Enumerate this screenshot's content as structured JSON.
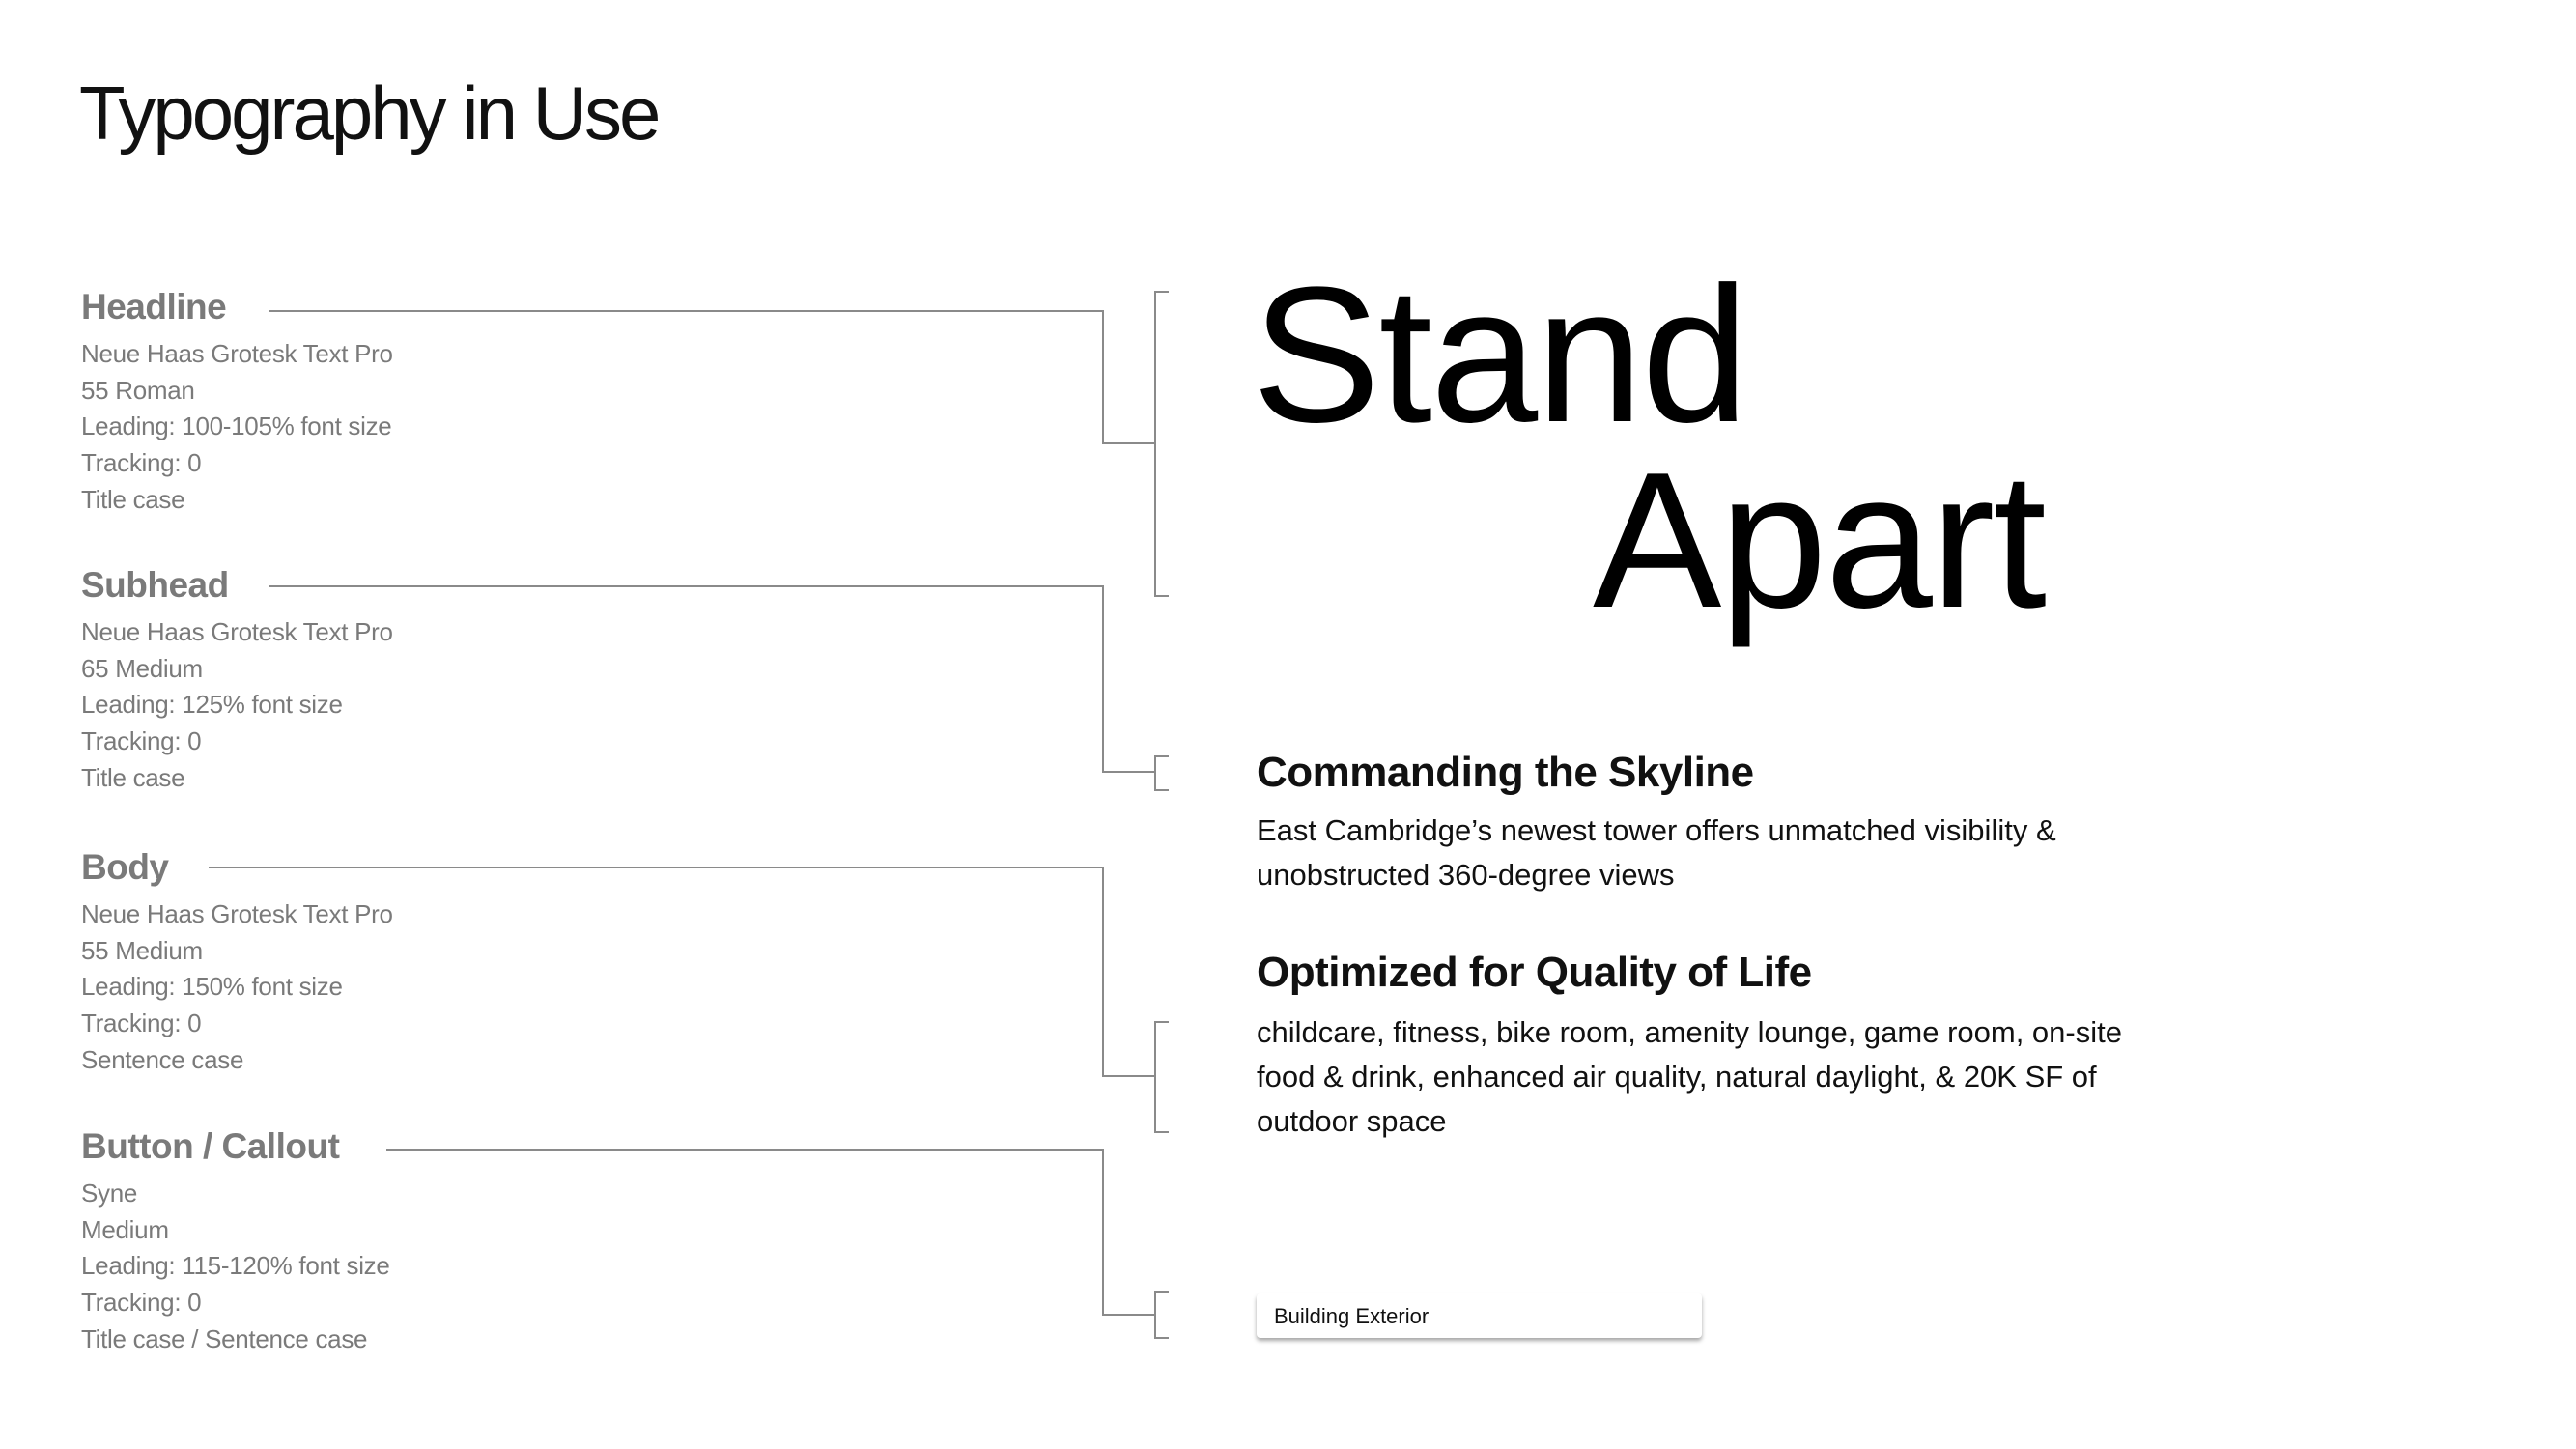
{
  "title": "Typography in Use",
  "specs": [
    {
      "label": "Headline",
      "lines": [
        "Neue Haas Grotesk Text Pro",
        "55 Roman",
        "Leading: 100-105% font size",
        "Tracking: 0",
        "Title case"
      ]
    },
    {
      "label": "Subhead",
      "lines": [
        "Neue Haas Grotesk Text Pro",
        "65 Medium",
        "Leading: 125% font size",
        "Tracking: 0",
        "Title case"
      ]
    },
    {
      "label": "Body",
      "lines": [
        "Neue Haas Grotesk Text Pro",
        "55 Medium",
        "Leading: 150% font size",
        "Tracking: 0",
        "Sentence case"
      ]
    },
    {
      "label": "Button / Callout",
      "lines": [
        "Syne",
        "Medium",
        "Leading: 115-120% font size",
        "Tracking: 0",
        "Title case / Sentence case"
      ]
    }
  ],
  "sample": {
    "headline_1": "Stand",
    "headline_2": "Apart",
    "subhead_1": "Commanding the Skyline",
    "body_1": "East Cambridge’s newest tower offers unmatched visibility & unobstructed 360-degree views",
    "subhead_2": "Optimized for Quality of Life",
    "body_2": "childcare, fitness, bike room, amenity lounge, game room, on-site food & drink, enhanced air quality, natural daylight, & 20K SF of outdoor space",
    "button": "Building Exterior"
  },
  "colors": {
    "label": "#7a7a7a",
    "line": "#8a8a8a",
    "text": "#111111"
  }
}
